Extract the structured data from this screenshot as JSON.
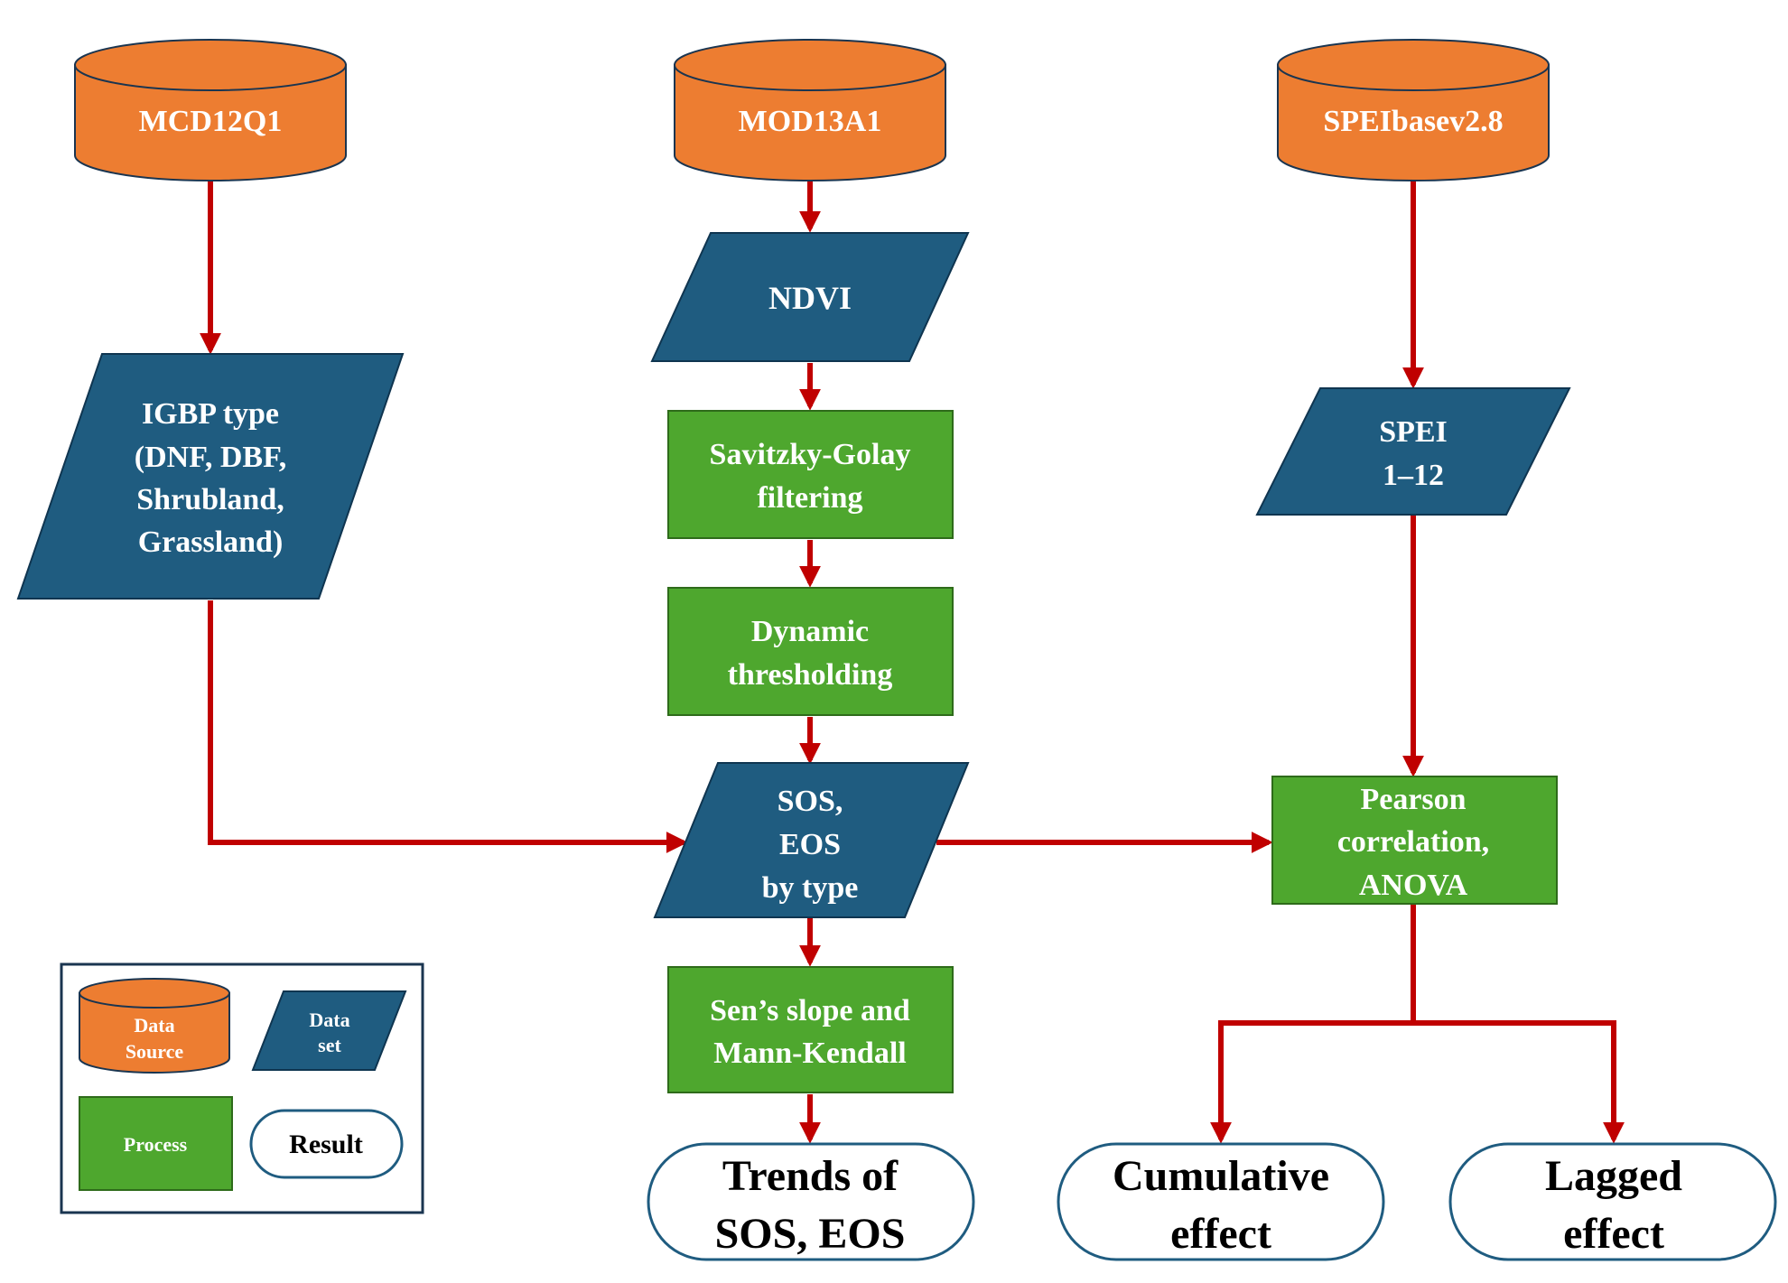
{
  "colors": {
    "data_source": "#ED7D31",
    "data_set": "#1F5C80",
    "process": "#4EA72E",
    "result_border": "#1F5C80",
    "arrow": "#C00000",
    "legend_border": "#1A3550"
  },
  "nodes": {
    "mcd12q1": "MCD12Q1",
    "mod13a1": "MOD13A1",
    "speibase": "SPEIbasev2.8",
    "ndvi": "NDVI",
    "igbp": [
      "IGBP type",
      "(DNF, DBF,",
      "Shrubland,",
      "Grassland)"
    ],
    "sg_filter": [
      "Savitzky-Golay",
      "filtering"
    ],
    "dyn_thresh": [
      "Dynamic",
      "thresholding"
    ],
    "sos_eos": [
      "SOS,",
      "EOS",
      "by type"
    ],
    "spei": [
      "SPEI",
      "1–12"
    ],
    "pearson": [
      "Pearson",
      "correlation,",
      "ANOVA"
    ],
    "sens": [
      "Sen’s slope and",
      "Mann-Kendall"
    ],
    "trends": [
      "Trends of",
      "SOS, EOS"
    ],
    "cumulative": [
      "Cumulative",
      "effect"
    ],
    "lagged": [
      "Lagged",
      "effect"
    ]
  },
  "legend": {
    "data_source": [
      "Data",
      "Source"
    ],
    "data_set": [
      "Data",
      "set"
    ],
    "process": "Process",
    "result": "Result"
  }
}
